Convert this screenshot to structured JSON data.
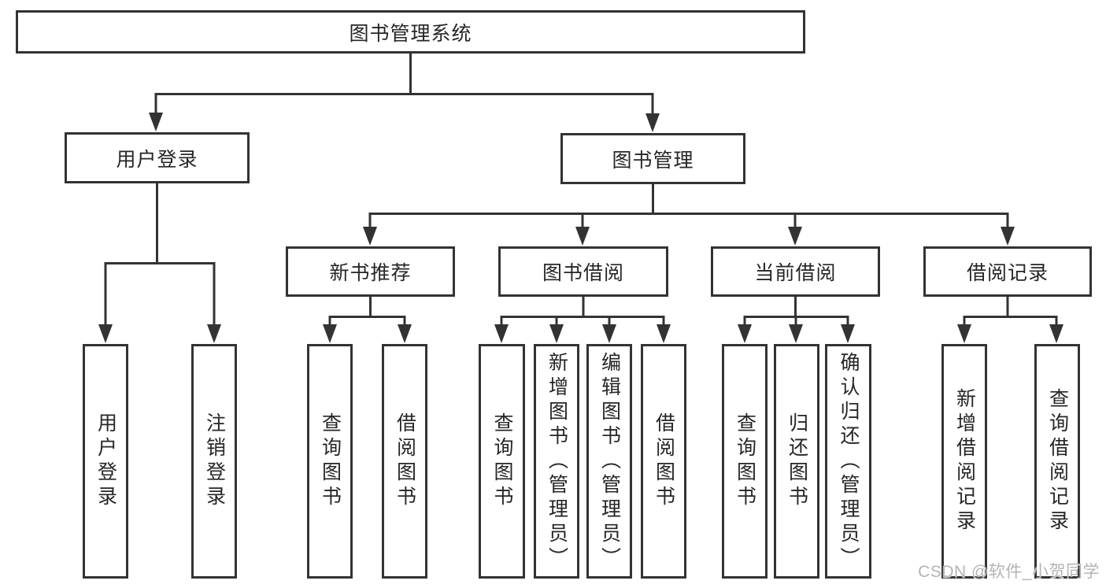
{
  "watermark": "CSDN @软件_小贺同学",
  "colors": {
    "line": "#333333",
    "text": "#262626",
    "background": "#ffffff",
    "watermark": "#b4b4b4"
  },
  "tree": {
    "root": "图书管理系统",
    "branches": [
      {
        "label": "用户登录",
        "children": [
          "用户登录",
          "注销登录"
        ]
      },
      {
        "label": "图书管理",
        "sections": [
          {
            "label": "新书推荐",
            "children": [
              "查询图书",
              "借阅图书"
            ]
          },
          {
            "label": "图书借阅",
            "children": [
              "查询图书",
              "新增图书（管理员）",
              "编辑图书（管理员）",
              "借阅图书"
            ]
          },
          {
            "label": "当前借阅",
            "children": [
              "查询图书",
              "归还图书",
              "确认归还（管理员）"
            ]
          },
          {
            "label": "借阅记录",
            "children": [
              "新增借阅记录",
              "查询借阅记录"
            ]
          }
        ]
      }
    ]
  }
}
